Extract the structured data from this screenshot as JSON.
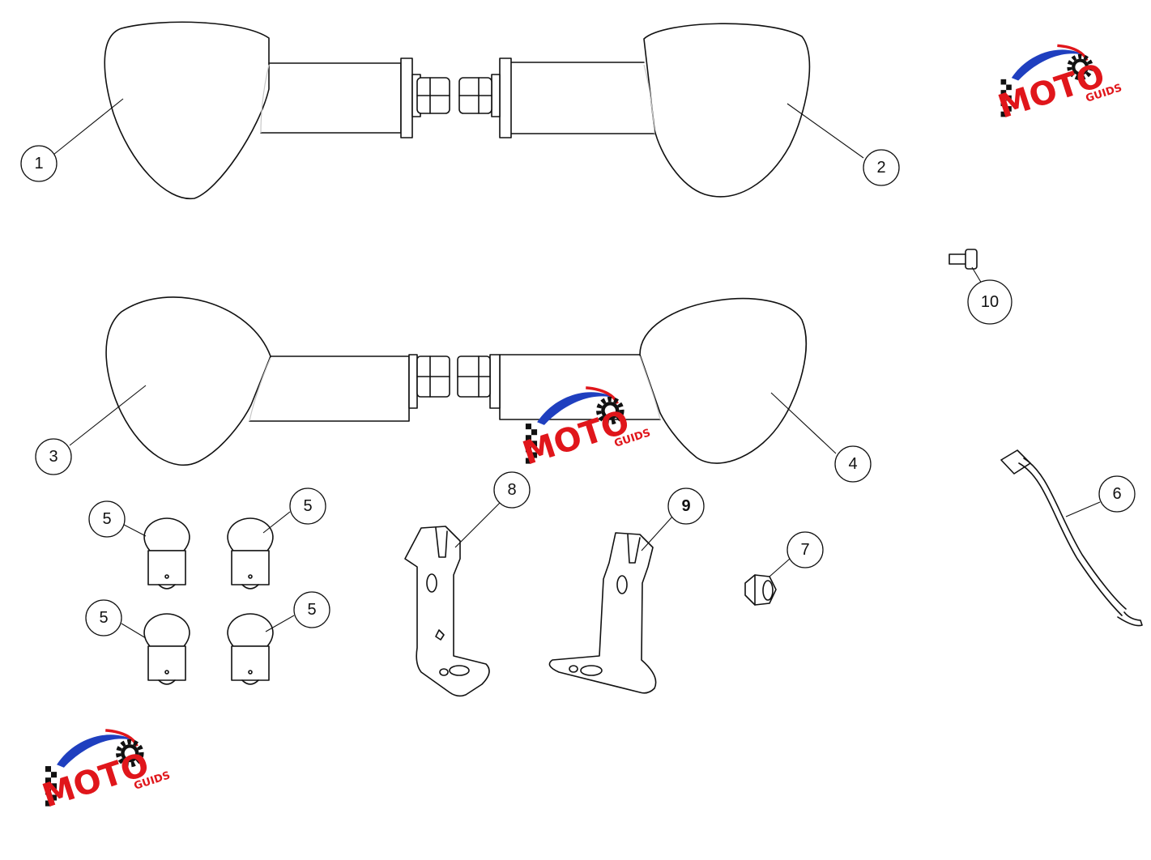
{
  "diagram": {
    "callouts": [
      {
        "id": "c1",
        "label": "1"
      },
      {
        "id": "c2",
        "label": "2"
      },
      {
        "id": "c3",
        "label": "3"
      },
      {
        "id": "c4",
        "label": "4"
      },
      {
        "id": "c5a",
        "label": "5"
      },
      {
        "id": "c5b",
        "label": "5"
      },
      {
        "id": "c5c",
        "label": "5"
      },
      {
        "id": "c5d",
        "label": "5"
      },
      {
        "id": "c6",
        "label": "6"
      },
      {
        "id": "c7",
        "label": "7"
      },
      {
        "id": "c8",
        "label": "8"
      },
      {
        "id": "c9",
        "label": "9"
      },
      {
        "id": "c10",
        "label": "10"
      }
    ],
    "parts": {
      "turn_signals": 4,
      "bulbs": 4,
      "brackets": 2
    }
  },
  "watermark": {
    "brand_main": "MOTO",
    "brand_sub": "GUIDS",
    "colors": {
      "red": "#e0161b",
      "blue": "#1f3fbf",
      "black": "#111111"
    }
  }
}
